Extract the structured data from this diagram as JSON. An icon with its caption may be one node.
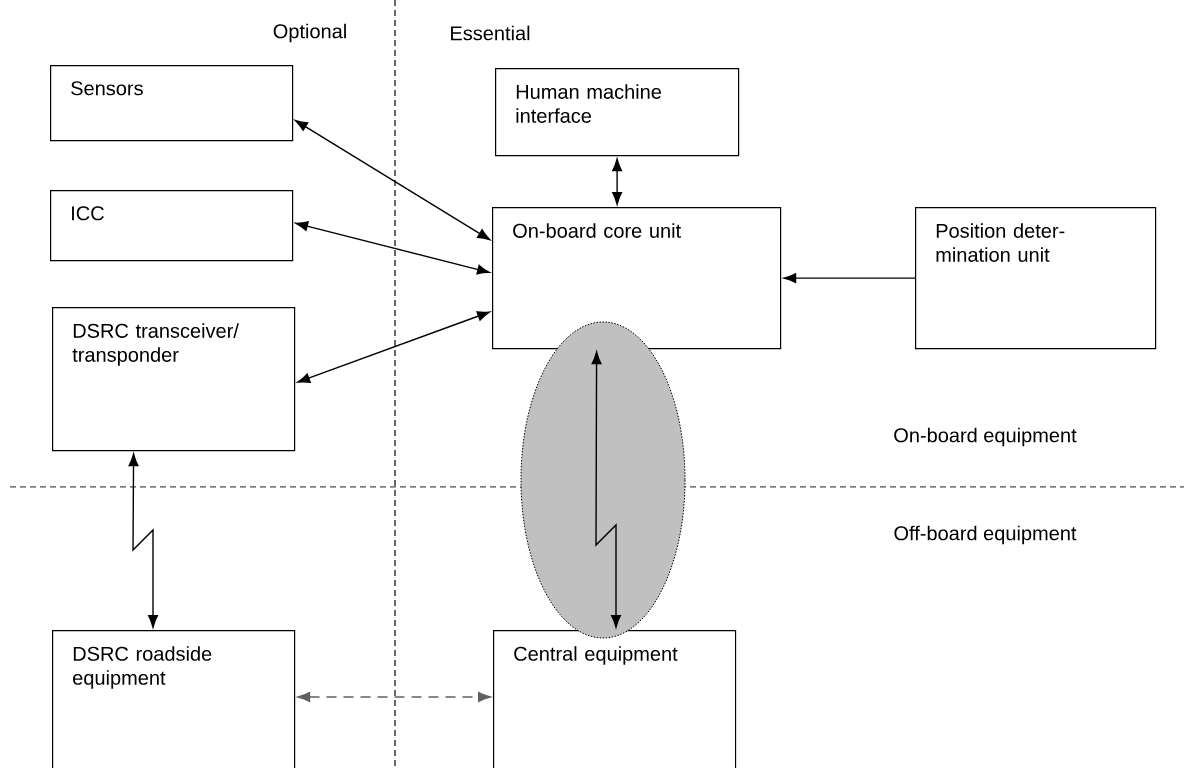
{
  "diagram": {
    "nodes": [
      {
        "text": [
          "Sensors"
        ]
      },
      {
        "text": [
          "ICC"
        ]
      },
      {
        "text": [
          "DSRC transceiver/ transponder"
        ]
      },
      {
        "text": [
          "Human machine interface"
        ]
      },
      {
        "text": [
          "On-board core unit"
        ]
      },
      {
        "text": [
          "Position deter-mination unit"
        ]
      },
      {
        "text": [
          "DSRC roadside equipment"
        ]
      },
      {
        "text": [
          "Central equipment"
        ]
      }
    ],
    "edges": [
      {
        "from": 0,
        "to": 4,
        "arrow": "both"
      },
      {
        "from": 1,
        "to": 4,
        "arrow": "both"
      },
      {
        "from": 2,
        "to": 4,
        "arrow": "both"
      },
      {
        "from": 3,
        "to": 4,
        "arrow": "both"
      },
      {
        "from": 5,
        "to": 4,
        "arrow": "to"
      },
      {
        "from": 2,
        "to": 6,
        "arrow": "both"
      },
      {
        "from": 4,
        "to": 7,
        "arrow": "both"
      },
      {
        "from": 6,
        "to": 7,
        "arrow": "both",
        "style": "dashed",
        "color": "#606060"
      }
    ],
    "labels": [
      "Optional",
      "Essential",
      "On-board equipment",
      "Off-board equipment"
    ]
  }
}
